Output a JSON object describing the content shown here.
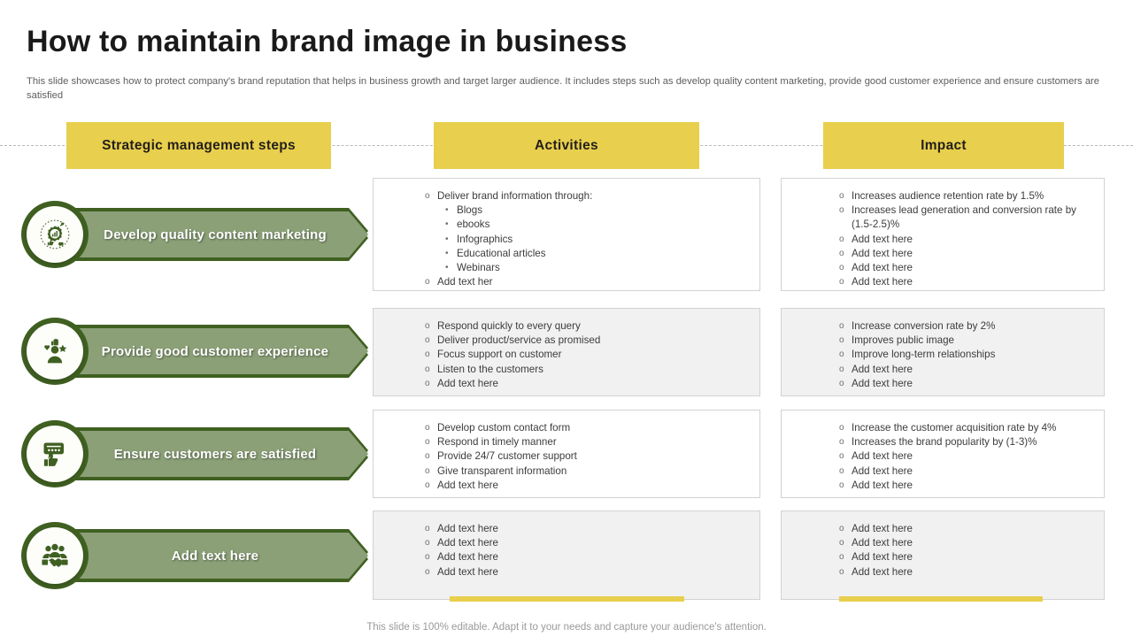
{
  "slide": {
    "title": "How to maintain brand image in business",
    "subtitle": "This slide showcases how to protect company's brand reputation that helps in business growth and target larger audience. It includes steps such as develop quality content marketing, provide good customer experience and ensure customers are satisfied",
    "footer": "This slide is 100% editable. Adapt it to your needs and capture your audience's attention."
  },
  "colors": {
    "header_yellow": "#e8cf4d",
    "arrow_green": "#8ba077",
    "arrow_dark_green": "#3f6021",
    "box_grey": "#f1f1f1",
    "text_dark": "#3c3c3c"
  },
  "headers": {
    "steps": "Strategic management steps",
    "activities": "Activities",
    "impact": "Impact"
  },
  "steps": [
    {
      "label": "Develop quality content marketing",
      "icon": "gear-chart-icon"
    },
    {
      "label": "Provide good customer experience",
      "icon": "people-rating-icon"
    },
    {
      "label": "Ensure customers are satisfied",
      "icon": "feedback-thumbsup-icon"
    },
    {
      "label": "Add text here",
      "icon": "handshake-team-icon"
    }
  ],
  "activities": [
    {
      "style": "white",
      "items": [
        {
          "text": "Deliver brand information through:",
          "sub": [
            "Blogs",
            "ebooks",
            "Infographics",
            "Educational articles",
            "Webinars"
          ]
        },
        {
          "text": "Add text her",
          "sub": []
        }
      ]
    },
    {
      "style": "grey",
      "items": [
        {
          "text": "Respond quickly to every query",
          "sub": []
        },
        {
          "text": "Deliver product/service as promised",
          "sub": []
        },
        {
          "text": "Focus support on customer",
          "sub": []
        },
        {
          "text": "Listen to the customers",
          "sub": []
        },
        {
          "text": "Add text here",
          "sub": []
        }
      ]
    },
    {
      "style": "white",
      "items": [
        {
          "text": "Develop custom contact form",
          "sub": []
        },
        {
          "text": "Respond in timely manner",
          "sub": []
        },
        {
          "text": "Provide 24/7 customer support",
          "sub": []
        },
        {
          "text": "Give transparent information",
          "sub": []
        },
        {
          "text": "Add text here",
          "sub": []
        }
      ]
    },
    {
      "style": "grey",
      "items": [
        {
          "text": "Add text here",
          "sub": []
        },
        {
          "text": "Add text here",
          "sub": []
        },
        {
          "text": "Add text here",
          "sub": []
        },
        {
          "text": "Add text here",
          "sub": []
        }
      ]
    }
  ],
  "impact": [
    {
      "style": "white",
      "items": [
        {
          "text": "Increases audience retention rate by 1.5%",
          "sub": []
        },
        {
          "text": "Increases lead generation and conversion rate by (1.5-2.5)%",
          "sub": []
        },
        {
          "text": "Add text here",
          "sub": []
        },
        {
          "text": "Add text here",
          "sub": []
        },
        {
          "text": "Add text here",
          "sub": []
        },
        {
          "text": "Add text here",
          "sub": []
        }
      ]
    },
    {
      "style": "grey",
      "items": [
        {
          "text": "Increase conversion rate by 2%",
          "sub": []
        },
        {
          "text": "Improves public image",
          "sub": []
        },
        {
          "text": "Improve long-term relationships",
          "sub": []
        },
        {
          "text": "Add text here",
          "sub": []
        },
        {
          "text": "Add text here",
          "sub": []
        }
      ]
    },
    {
      "style": "white",
      "items": [
        {
          "text": "Increase the customer acquisition rate by 4%",
          "sub": []
        },
        {
          "text": "Increases the brand popularity by (1-3)%",
          "sub": []
        },
        {
          "text": "Add text here",
          "sub": []
        },
        {
          "text": "Add text here",
          "sub": []
        },
        {
          "text": "Add text here",
          "sub": []
        }
      ]
    },
    {
      "style": "grey",
      "items": [
        {
          "text": "Add text here",
          "sub": []
        },
        {
          "text": "Add text here",
          "sub": []
        },
        {
          "text": "Add text here",
          "sub": []
        },
        {
          "text": "Add text here",
          "sub": []
        }
      ]
    }
  ]
}
